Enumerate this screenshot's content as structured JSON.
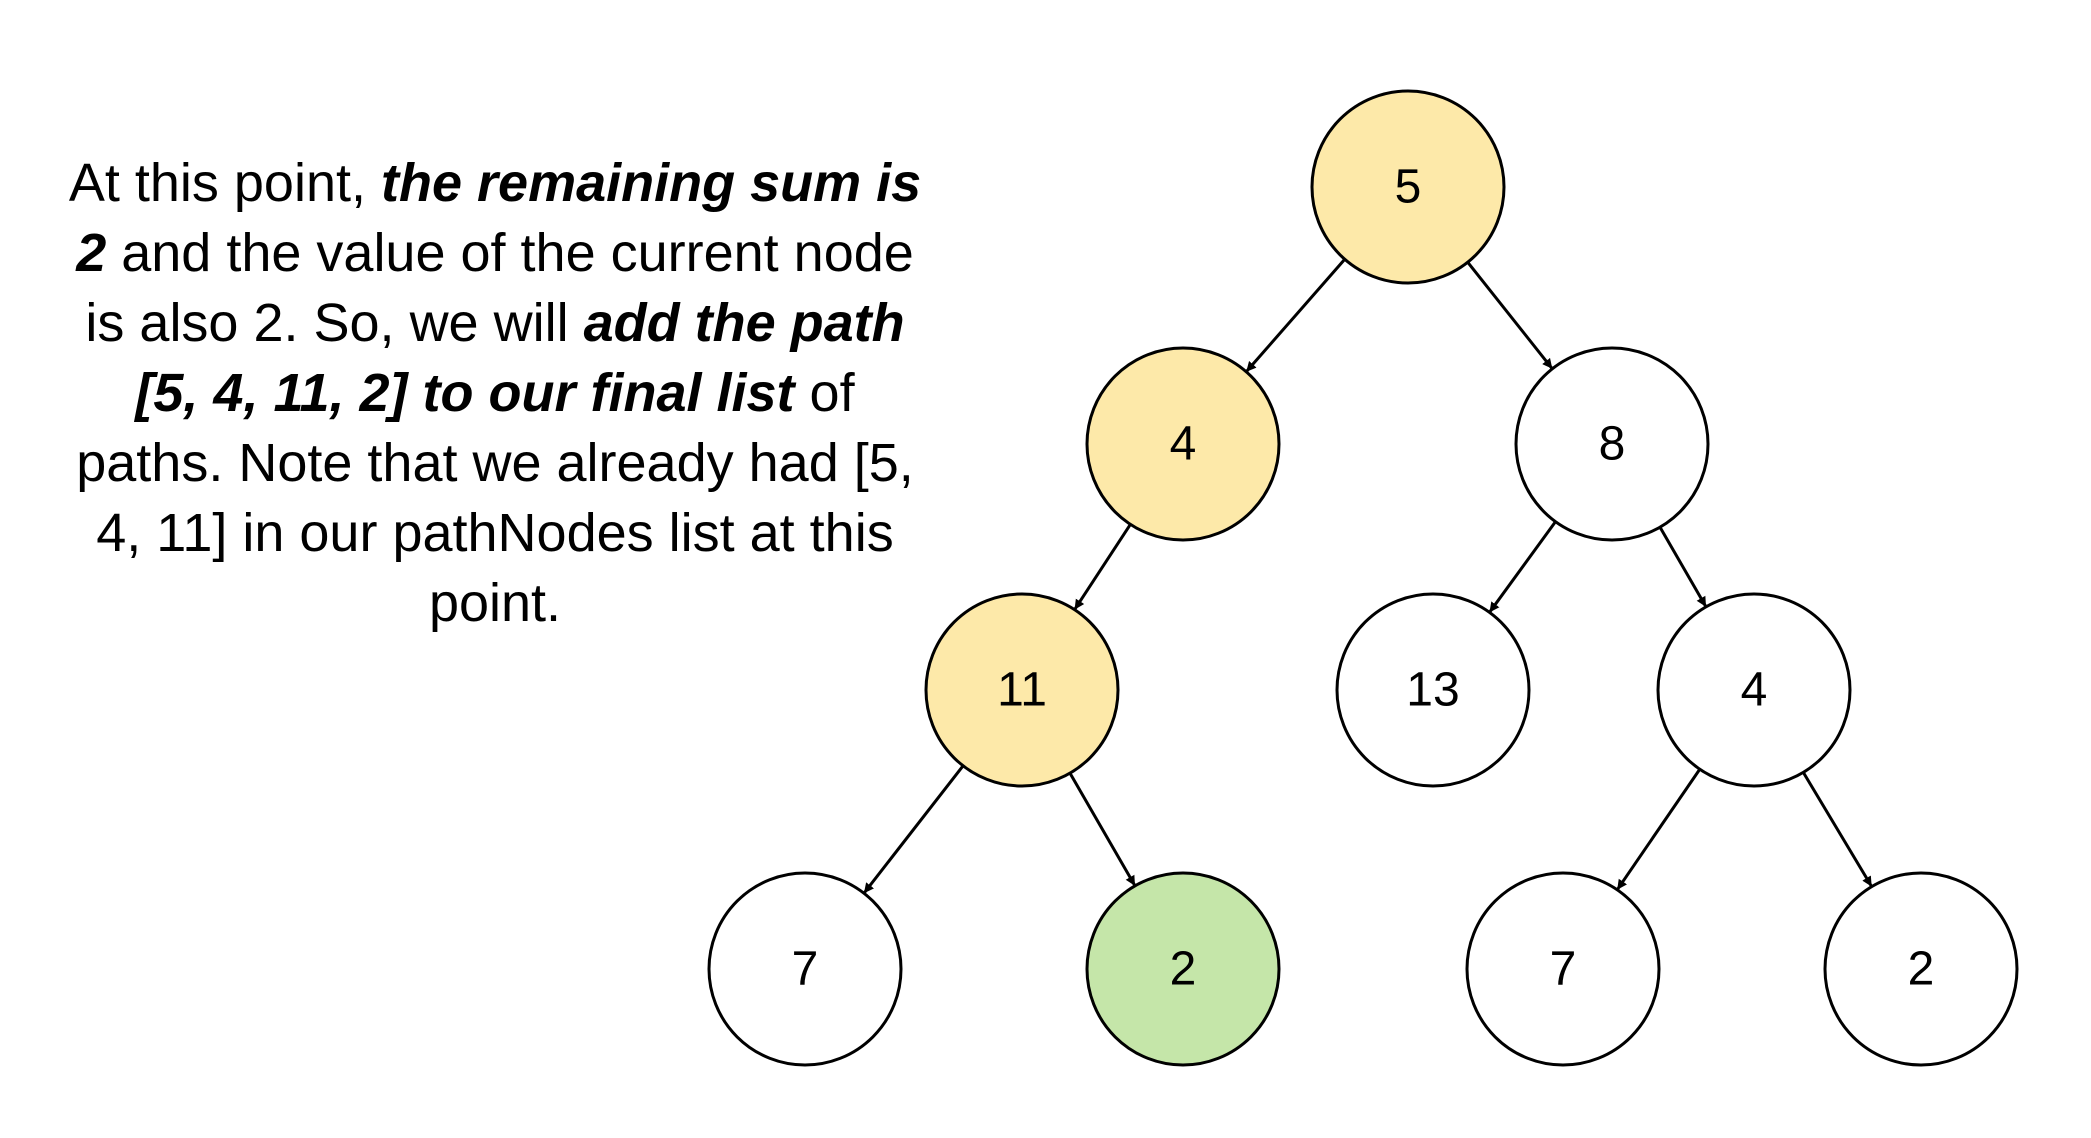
{
  "caption": [
    {
      "text": "At this point, ",
      "emphasis": false
    },
    {
      "text": "the remaining sum is 2",
      "emphasis": true
    },
    {
      "text": " and the value of the current node is also 2. So, we will ",
      "emphasis": false
    },
    {
      "text": "add the path [5, 4, 11, 2] to our final list",
      "emphasis": true
    },
    {
      "text": " of paths. Note that we already had [5, 4, 11] in our pathNodes list at this point.",
      "emphasis": false
    }
  ],
  "colors": {
    "path": "#fde9a9",
    "target": "#c5e6a9",
    "default": "#ffffff",
    "stroke": "#000000"
  },
  "tree": {
    "nodes": [
      {
        "id": "root",
        "label": "5",
        "state": "path"
      },
      {
        "id": "l",
        "label": "4",
        "state": "path"
      },
      {
        "id": "r",
        "label": "8",
        "state": "default"
      },
      {
        "id": "ll",
        "label": "11",
        "state": "path"
      },
      {
        "id": "rl",
        "label": "13",
        "state": "default"
      },
      {
        "id": "rr",
        "label": "4",
        "state": "default"
      },
      {
        "id": "lll",
        "label": "7",
        "state": "default"
      },
      {
        "id": "llr",
        "label": "2",
        "state": "target"
      },
      {
        "id": "rrl",
        "label": "7",
        "state": "default"
      },
      {
        "id": "rrr",
        "label": "2",
        "state": "default"
      }
    ],
    "edges": [
      {
        "from": "root",
        "to": "l"
      },
      {
        "from": "root",
        "to": "r"
      },
      {
        "from": "l",
        "to": "ll"
      },
      {
        "from": "r",
        "to": "rl"
      },
      {
        "from": "r",
        "to": "rr"
      },
      {
        "from": "ll",
        "to": "lll"
      },
      {
        "from": "ll",
        "to": "llr"
      },
      {
        "from": "rr",
        "to": "rrl"
      },
      {
        "from": "rr",
        "to": "rrr"
      }
    ]
  }
}
